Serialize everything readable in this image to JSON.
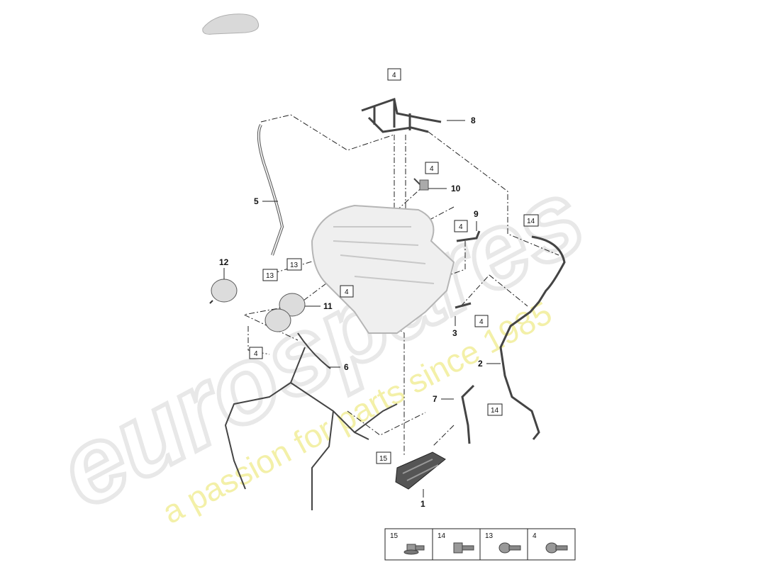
{
  "watermark": {
    "brand": "eurospares",
    "tagline": "a passion for parts since 1985"
  },
  "callouts": {
    "c1": "1",
    "c2": "2",
    "c3": "3",
    "c5": "5",
    "c6": "6",
    "c7": "7",
    "c8": "8",
    "c9": "9",
    "c10": "10",
    "c11": "11",
    "c12": "12"
  },
  "boxed": {
    "b4_top": "4",
    "b4_10": "4",
    "b4_9": "4",
    "b4_mid": "4",
    "b4_3": "4",
    "b4_left": "4",
    "b14_top": "14",
    "b14_bot": "14",
    "b13_a": "13",
    "b13_b": "13",
    "b15": "15"
  },
  "hardware_table": {
    "cells": [
      {
        "label": "15",
        "icon": "flange-bolt-icon"
      },
      {
        "label": "14",
        "icon": "hex-bolt-icon"
      },
      {
        "label": "13",
        "icon": "pan-head-screw-icon"
      },
      {
        "label": "4",
        "icon": "torx-screw-icon"
      }
    ]
  },
  "colors": {
    "line": "#222222",
    "part_fill": "#ededed",
    "part_stroke": "#9a9a9a",
    "watermark_gray": "#e6e6e6",
    "watermark_yellow": "#f3f0a8"
  }
}
